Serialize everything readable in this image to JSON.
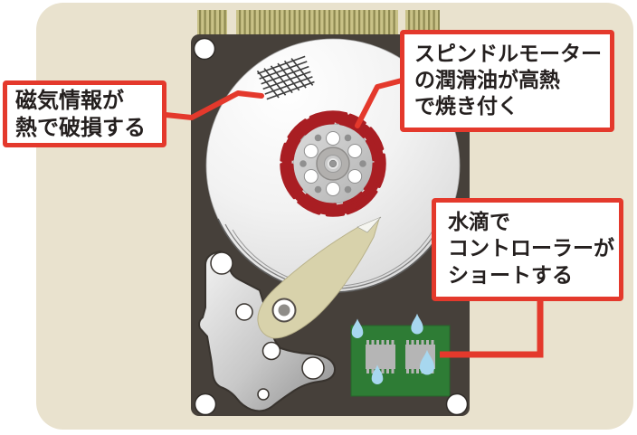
{
  "figure": {
    "subject": "ハードディスク内部と故障原因の図解",
    "device": "hard disk drive internal view"
  },
  "callouts": {
    "magnetic_damage": {
      "lines": [
        "磁気情報が",
        "熱で破損する"
      ]
    },
    "spindle_seizure": {
      "lines": [
        "スピンドルモーター",
        "の潤滑油が高熱",
        "で焼き付く"
      ]
    },
    "controller_short": {
      "lines": [
        "水滴で",
        "コントローラーが",
        "ショートする"
      ]
    }
  },
  "palette": {
    "page_background": "#ffffff",
    "panel_background": "#e9e2ce",
    "callout_red": "#e4392c",
    "scribble_red": "#a91e23",
    "case_gray": "#46403a",
    "platter_silver": "#dcdcdc",
    "connector_khaki": "#c9c287",
    "pcb_green": "#2e7c35",
    "chip_gray": "#b5b5b5",
    "water_blue": "#a7d7ef",
    "arm_beige": "#d8d2ab",
    "text_black": "#241f1e"
  }
}
